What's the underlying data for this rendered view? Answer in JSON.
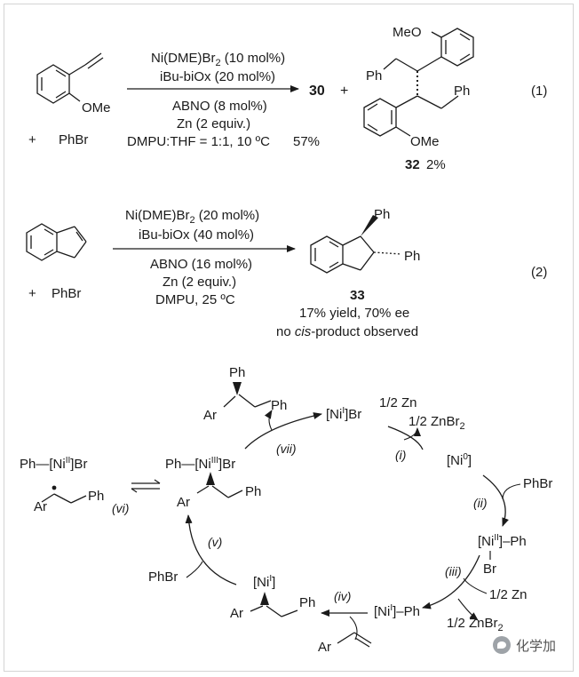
{
  "eq1": {
    "cond_top": [
      "Ni(DME)Br",
      "iBu-biOx (20 mol%)"
    ],
    "cond_top_sub": "2",
    "cond_top_tail": " (10 mol%)",
    "cond_bottom": [
      "ABNO (8 mol%)",
      "Zn (2 equiv.)",
      "DMPU:THF = 1:1, 10 ºC"
    ],
    "yield30": "57%",
    "product_main": "30",
    "plus": "+",
    "substrate_label": "OMe",
    "reagent": "PhBr",
    "byproduct_labels": [
      "MeO",
      "Ph",
      "Ph",
      "OMe"
    ],
    "byproduct_id": "32",
    "byproduct_yield": "2%",
    "number": "(1)"
  },
  "eq2": {
    "cond_top_a": "Ni(DME)Br",
    "cond_top_sub": "2",
    "cond_top_tail": " (20 mol%)",
    "cond_top_b": "iBu-biOx (40 mol%)",
    "cond_bottom": [
      "ABNO (16 mol%)",
      "Zn (2 equiv.)",
      "DMPU, 25 ºC"
    ],
    "reagent": "PhBr",
    "plus": "+",
    "product_labels": [
      "Ph",
      "Ph"
    ],
    "product_id": "33",
    "result_lines": [
      "17% yield, 70% ee"
    ],
    "note_pre": "no ",
    "note_italic": "cis",
    "note_post": "-product observed",
    "number": "(2)"
  },
  "cycle": {
    "species": {
      "nii_br": "[Ni",
      "ni0": "[Ni",
      "nii_ph_br": "[Ni",
      "ni_ph": "[Ni",
      "ni_alkyl": "[Ni",
      "niiii": "[Ni",
      "nii_radical": "[Ni"
    },
    "labels": {
      "ph": "Ph",
      "ar": "Ar",
      "br": "Br",
      "phbr": "PhBr",
      "zn_half": "1/2 Zn",
      "znbr2_half": "1/2 ZnBr",
      "sub2": "2"
    },
    "steps": [
      "(i)",
      "(ii)",
      "(iii)",
      "(iv)",
      "(v)",
      "(vi)",
      "(vii)"
    ]
  },
  "watermark": {
    "text": "化学加"
  }
}
